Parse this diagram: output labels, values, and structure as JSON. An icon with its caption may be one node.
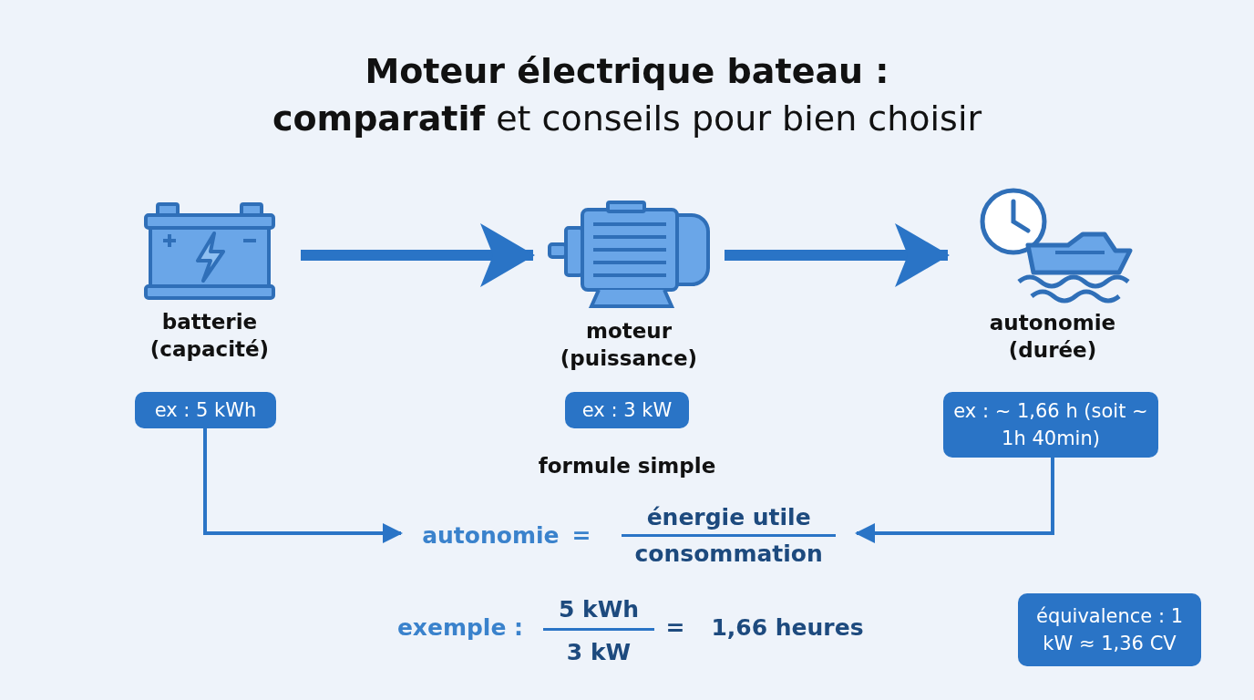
{
  "diagram": {
    "title": "**Moteur électrique bateau :** **comparatif** et conseils pour bien choisir",
    "nodes": [
      {
        "text": [
          "batterie (capacité)"
        ]
      },
      {
        "text": [
          "moteur (puissance)"
        ]
      },
      {
        "text": [
          "autonomie (durée)"
        ]
      },
      {
        "text": [
          "ex : 5 kWh"
        ]
      },
      {
        "text": [
          "ex : 3 kW"
        ]
      },
      {
        "text": [
          "ex : ~ 1,66 h (soit ~ 1h 40min)"
        ]
      },
      {
        "text": [
          "autonomie",
          "=",
          "énergie utile",
          "consommation"
        ]
      },
      {
        "text": [
          "équivalence : 1 kW ≈ 1,36 CV"
        ]
      }
    ],
    "edges": [
      {
        "from": 0,
        "to": 1,
        "arrow": "to",
        "style": "thick"
      },
      {
        "from": 1,
        "to": 2,
        "arrow": "to",
        "style": "thick"
      },
      {
        "from": 3,
        "to": 6,
        "arrow": "to"
      },
      {
        "from": 5,
        "to": 6,
        "arrow": "to"
      }
    ],
    "labels": [
      "formule simple",
      "exemple :",
      "5 kWh",
      "3 kW",
      "=",
      "1,66 heures"
    ]
  }
}
